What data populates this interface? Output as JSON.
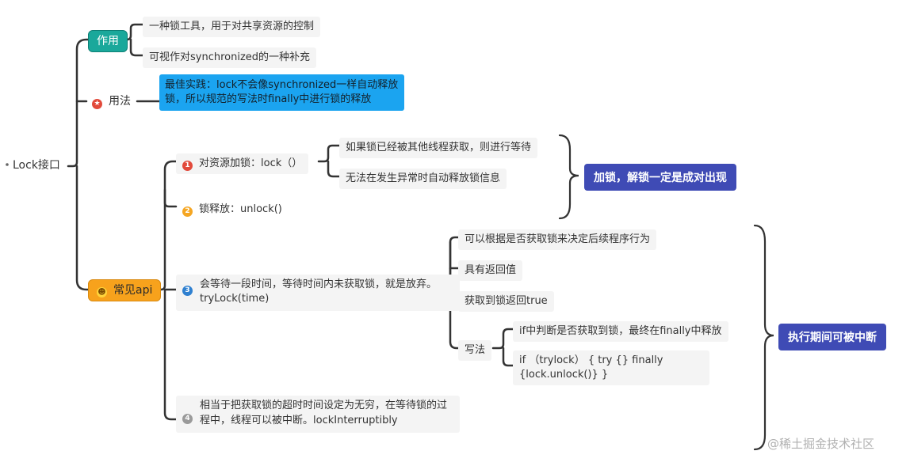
{
  "root": {
    "label": "Lock接口"
  },
  "branches": {
    "purpose": {
      "label": "作用",
      "items": [
        "一种锁工具，用于对共享资源的控制",
        "可视作对synchronized的一种补充"
      ]
    },
    "usage": {
      "label": "用法",
      "icon": "star-icon",
      "note": "最佳实践：lock不会像synchronized一样自动释放锁，所以规范的写法时finally中进行锁的释放"
    },
    "api": {
      "label": "常见api",
      "icon": "smile-icon",
      "items": [
        {
          "num": "1",
          "label": "对资源加锁：lock（）",
          "children": [
            "如果锁已经被其他线程获取，则进行等待",
            "无法在发生异常时自动释放锁信息"
          ]
        },
        {
          "num": "2",
          "label": "锁释放：unlock()"
        },
        {
          "num": "3",
          "label": "会等待一段时间，等待时间内未获取锁，就是放弃。tryLock(time)",
          "children": [
            "可以根据是否获取锁来决定后续程序行为",
            "具有返回值",
            "获取到锁返回true"
          ],
          "writing": {
            "label": "写法",
            "children": [
              "if中判断是否获取到锁，最终在finally中释放",
              "if （trylock） { try {} finally {lock.unlock()} }"
            ]
          }
        },
        {
          "num": "4",
          "label": "相当于把获取锁的超时时间设定为无穷，在等待锁的过程中，线程可以被中断。lockInterruptibly"
        }
      ]
    }
  },
  "summaries": [
    "加锁，解锁一定是成对出现",
    "执行期间可被中断"
  ],
  "watermark": "@稀土掘金技术社区",
  "colors": {
    "purpose": "#1aa89b",
    "usage_note": "#1ba4f0",
    "api": "#f7a21c",
    "summary": "#3f4bb5",
    "n1": "#e24a3b",
    "n2": "#f5a623",
    "n3": "#2f80d0",
    "n4": "#9a9a9a",
    "line": "#333333"
  }
}
